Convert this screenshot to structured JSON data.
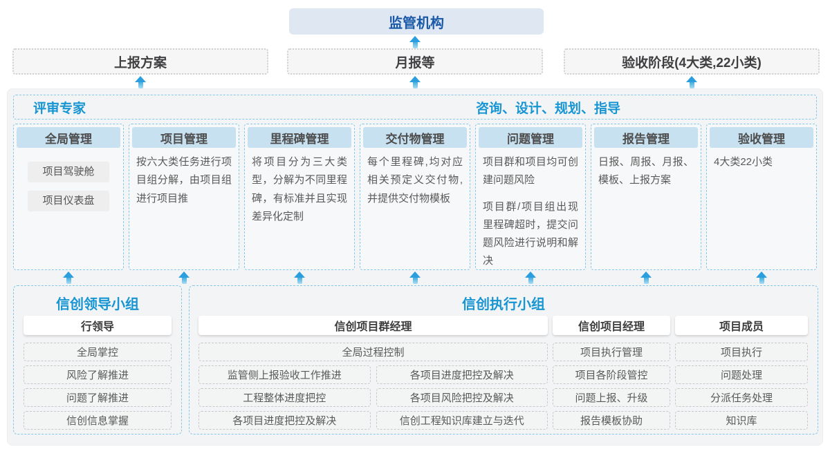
{
  "colors": {
    "accent_blue": "#1795d3",
    "dark_blue": "#1b5aa8",
    "regulator_fill": "#dee7f2",
    "column_header_fill": "#c8e1f0",
    "dashed_blue": "#85c7ea",
    "arrow_blue": "#2b9fdd",
    "container_fill": "#f3f4f5"
  },
  "top": {
    "regulator_label": "监管机构",
    "report_boxes": [
      "上报方案",
      "月报等",
      "验收阶段(4大类,22小类)"
    ]
  },
  "experts_bar": {
    "left_label": "评审专家",
    "right_label": "咨询、设计、规划、指导"
  },
  "columns": [
    {
      "title": "全局管理",
      "chips": [
        "项目驾驶舱",
        "项目仪表盘"
      ]
    },
    {
      "title": "项目管理",
      "paragraphs": [
        "按六大类任务进行项目组分解，由项目组进行项目推"
      ]
    },
    {
      "title": "里程碑管理",
      "paragraphs": [
        "将项目分为三大类型，分解为不同里程碑，有标准并且实现差异化定制"
      ]
    },
    {
      "title": "交付物管理",
      "paragraphs": [
        "每个里程碑,均对应相关预定义交付物,并提供交付物模板"
      ]
    },
    {
      "title": "问题管理",
      "paragraphs": [
        "项目群和项目均可创建问题风险",
        "项目群/项目组出现里程碑超时，提交问题风险进行说明和解决"
      ]
    },
    {
      "title": "报告管理",
      "paragraphs": [
        "日报、周报、月报、模板、上报方案"
      ]
    },
    {
      "title": "验收管理",
      "paragraphs": [
        "4大类22小类"
      ]
    }
  ],
  "bottom": {
    "leader_group": {
      "title": "信创领导小组",
      "role": "行领导",
      "items": [
        "全局掌控",
        "风险了解推进",
        "问题了解推进",
        "信创信息掌握"
      ]
    },
    "exec_group": {
      "title": "信创执行小组",
      "program_manager": {
        "role": "信创项目群经理",
        "full_item": "全局过程控制",
        "left_items": [
          "监管侧上报验收工作推进",
          "工程整体进度把控",
          "各项目进度把控及解决"
        ],
        "right_items": [
          "各项目进度把控及解决",
          "各项目风险把控及解决",
          "信创工程知识库建立与迭代"
        ]
      },
      "project_manager": {
        "role": "信创项目经理",
        "items": [
          "项目执行管理",
          "项目各阶段管控",
          "问题上报、升级",
          "报告模板协助"
        ]
      },
      "members": {
        "role": "项目成员",
        "items": [
          "项目执行",
          "问题处理",
          "分派任务处理",
          "知识库"
        ]
      }
    }
  }
}
